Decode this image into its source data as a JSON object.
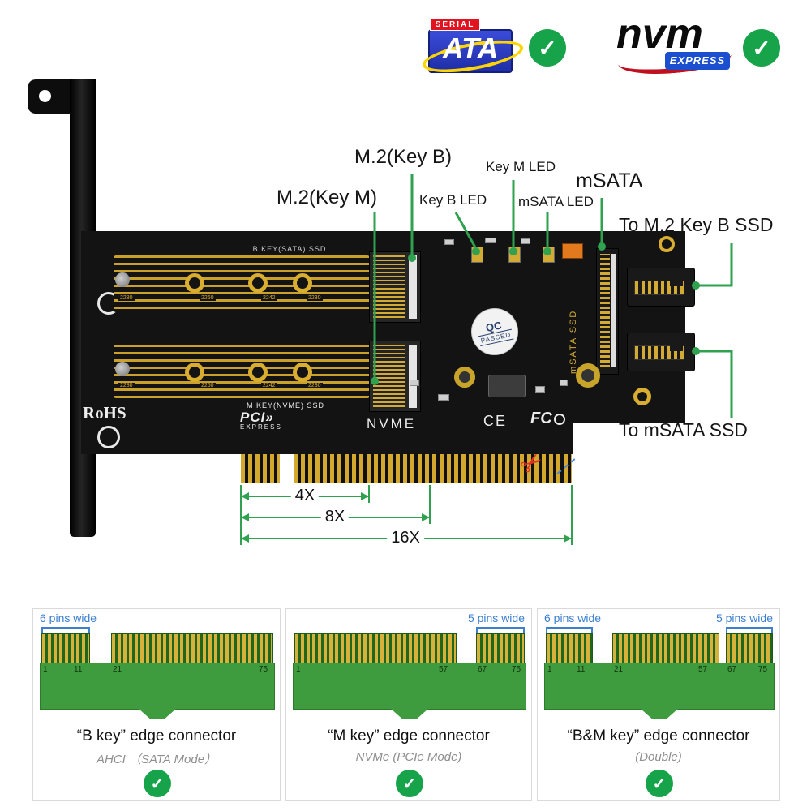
{
  "icons": {
    "check": "✓",
    "scissors": "✂",
    "pci_arrow": "»"
  },
  "logos": {
    "sata": {
      "serial": "SERIAL",
      "ata": "ATA"
    },
    "nvme": {
      "nvm": "nvm",
      "express": "EXPRESS"
    }
  },
  "callouts": {
    "m2_key_b": "M.2(Key B)",
    "m2_key_m": "M.2(Key M)",
    "key_b_led": "Key B LED",
    "key_m_led": "Key M LED",
    "msata_led": "mSATA LED",
    "msata": "mSATA",
    "to_m2_key_b_ssd": "To M.2 Key B SSD",
    "to_msata_ssd": "To mSATA SSD"
  },
  "pcb": {
    "b_key_slot_label": "B KEY(SATA) SSD",
    "m_key_slot_label": "M KEY(NVME) SSD",
    "sizes_top": [
      "2280",
      "2260",
      "2242",
      "2230"
    ],
    "sizes_bottom": [
      "2280",
      "2260",
      "2242",
      "2230"
    ],
    "rohs": "RoHS",
    "pci": "PCI",
    "express": "EXPRESS",
    "nvme": "NVME",
    "ce": "CE",
    "fcc": "FC",
    "qc_line1": "QC",
    "qc_line2": "PASSED",
    "msata_ssd_vertical": "mSATA SSD"
  },
  "dimensions": {
    "x4": "4X",
    "x8": "8X",
    "x16": "16X"
  },
  "panels": [
    {
      "pins_wide_left": "6 pins wide",
      "pin_numbers": {
        "p1": "1",
        "p11": "11",
        "p21": "21",
        "p75": "75"
      },
      "title_key": "“B key”",
      "title_rest": "edge connector",
      "subtitle": "AHCI （SATA Mode）"
    },
    {
      "pins_wide_right": "5 pins wide",
      "pin_numbers": {
        "p1": "1",
        "p57": "57",
        "p67": "67",
        "p75": "75"
      },
      "title_key": "“M key”",
      "title_rest": "edge connector",
      "subtitle": "NVMe (PCIe Mode)"
    },
    {
      "pins_wide_left": "6 pins wide",
      "pins_wide_right": "5 pins wide",
      "pin_numbers": {
        "p1": "1",
        "p11": "11",
        "p21": "21",
        "p57": "57",
        "p67": "67",
        "p75": "75"
      },
      "title_key": "“B&M key”",
      "title_rest": "edge connector",
      "subtitle": "(Double)"
    }
  ]
}
